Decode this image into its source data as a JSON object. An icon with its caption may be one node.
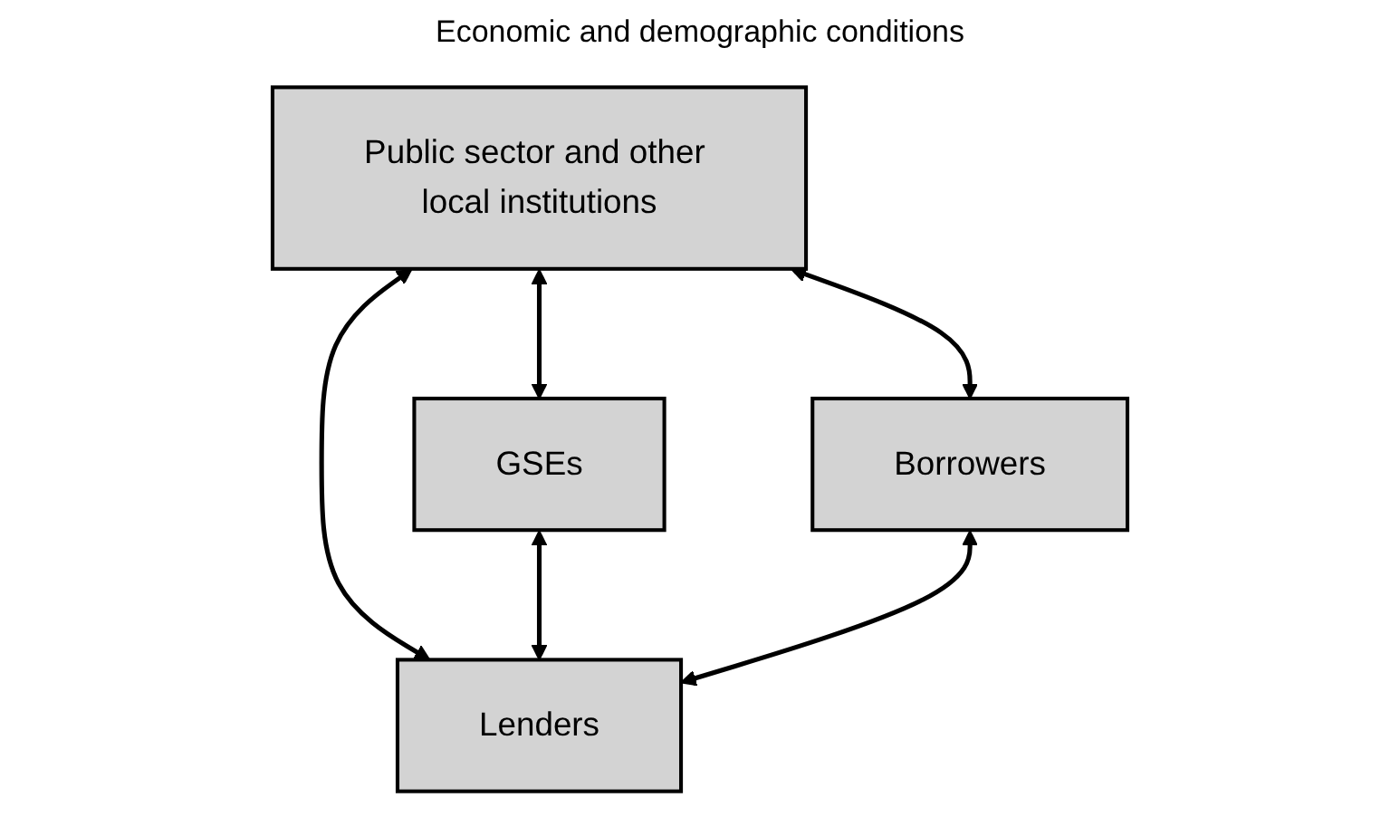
{
  "diagram": {
    "title": "Economic and demographic conditions",
    "nodes": [
      {
        "text": [
          "Public sector and other local institutions"
        ]
      },
      {
        "text": [
          "GSEs"
        ]
      },
      {
        "text": [
          "Borrowers"
        ]
      },
      {
        "text": [
          "Lenders"
        ]
      }
    ],
    "edges": [
      {
        "from": 0,
        "to": 1,
        "arrow": "both"
      },
      {
        "from": 0,
        "to": 2,
        "arrow": "both"
      },
      {
        "from": 0,
        "to": 3,
        "arrow": "both"
      },
      {
        "from": 1,
        "to": 3,
        "arrow": "both"
      },
      {
        "from": 2,
        "to": 3,
        "arrow": "both"
      }
    ]
  }
}
